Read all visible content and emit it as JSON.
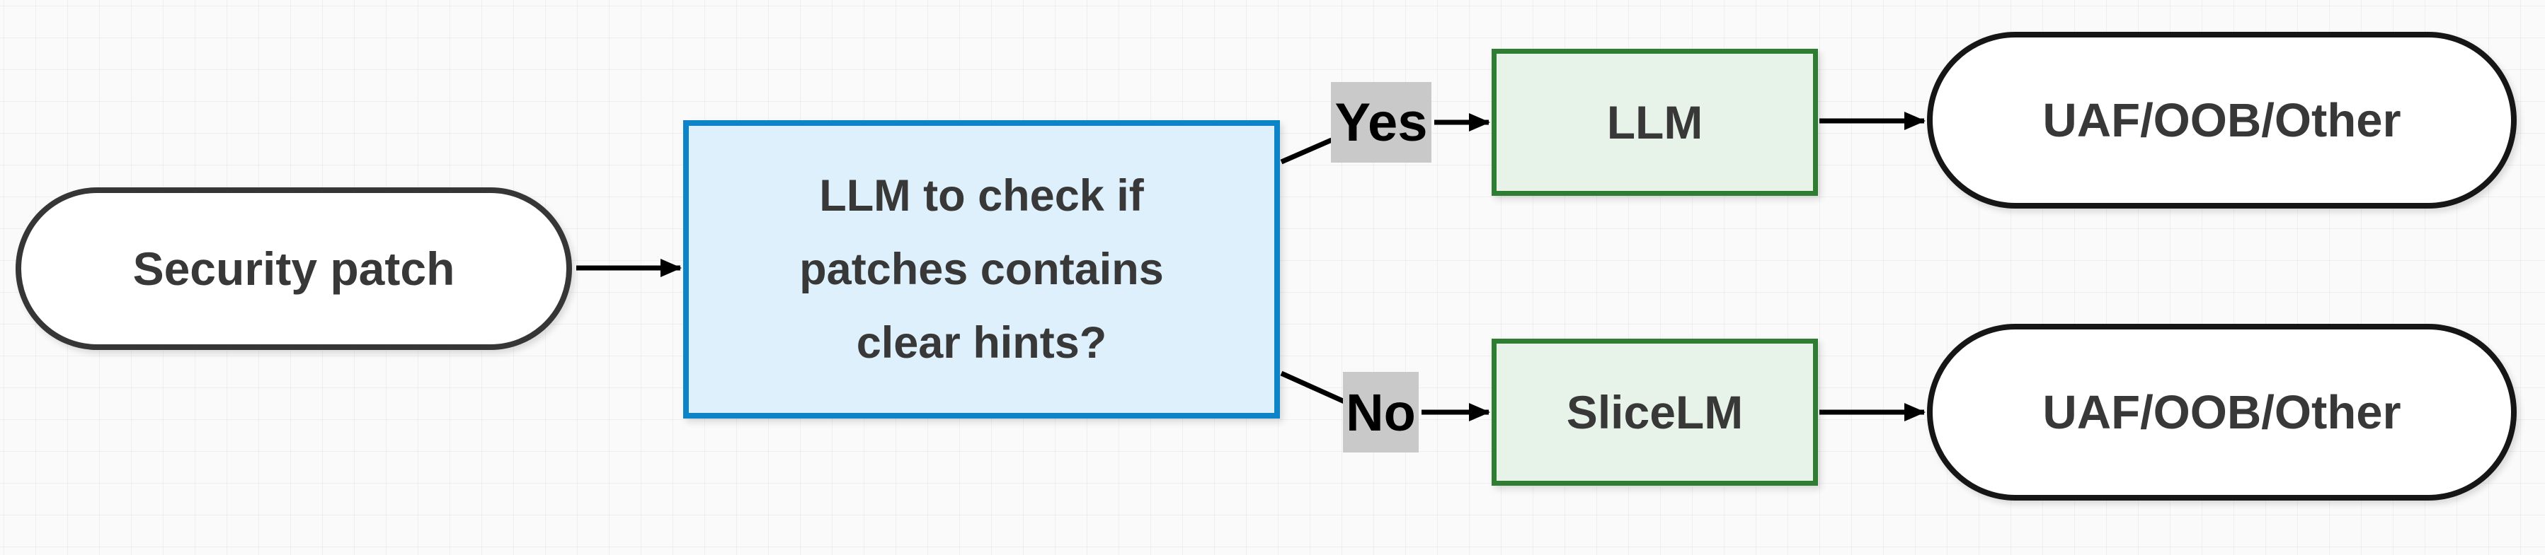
{
  "figure": {
    "type": "flowchart",
    "direction": "left-to-right"
  },
  "diagram": {
    "colors": {
      "canvas_bg": "#fafafa",
      "grid_line": "#ececec",
      "edge": "#000000",
      "node_text": "#383838",
      "start_border": "#363636",
      "terminal_fill": "#ffffff",
      "terminal_border": "#161616",
      "decision_fill": "#ddf0fb",
      "decision_border": "#0d84c8",
      "process_fill": "#e7f3e8",
      "process_border": "#2e7d32",
      "edge_label_bg": "#c9c9c9",
      "edge_label_text": "#000000"
    },
    "nodes": {
      "start": {
        "label": "Security patch",
        "shape": "stadium"
      },
      "decision": {
        "shape": "rectangle",
        "lines": [
          "LLM to check if",
          "patches contains",
          "clear hints?"
        ]
      },
      "llm": {
        "label": "LLM",
        "shape": "rectangle"
      },
      "slicelm": {
        "label": "SliceLM",
        "shape": "rectangle"
      },
      "output_top": {
        "label": "UAF/OOB/Other",
        "shape": "stadium"
      },
      "output_bottom": {
        "label": "UAF/OOB/Other",
        "shape": "stadium"
      }
    },
    "edge_labels": {
      "yes": "Yes",
      "no": "No"
    }
  }
}
